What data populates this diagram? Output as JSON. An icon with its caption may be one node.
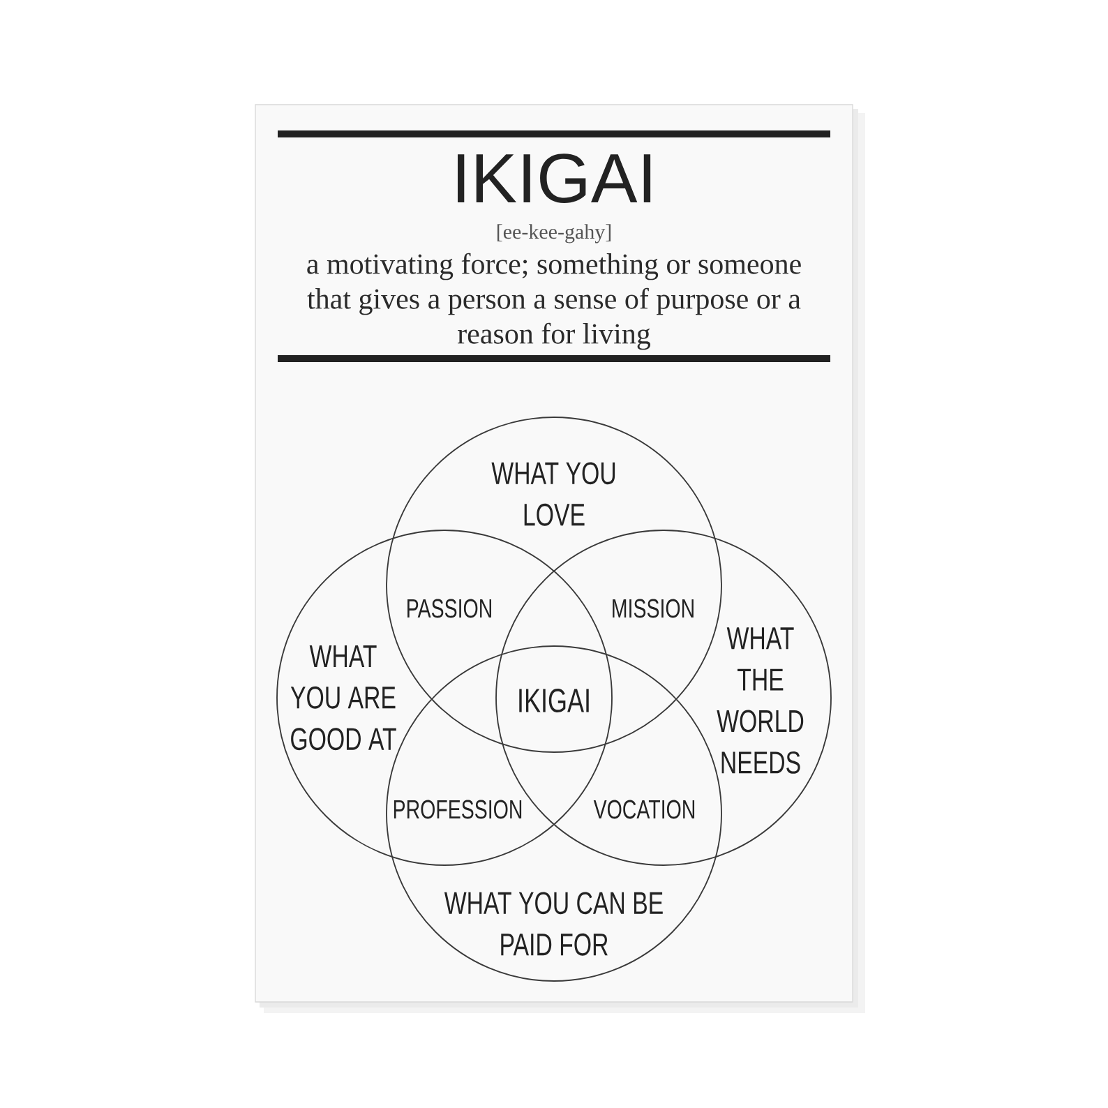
{
  "diagram": {
    "title": "IKIGAI",
    "nodes": [
      {
        "text": [
          "WHAT YOU LOVE"
        ]
      },
      {
        "text": [
          "WHAT YOU ARE GOOD AT"
        ]
      },
      {
        "text": [
          "WHAT THE WORLD NEEDS"
        ]
      },
      {
        "text": [
          "WHAT YOU CAN BE PAID FOR"
        ]
      }
    ],
    "labels": [
      "[ee-kee-gahy]",
      "a motivating force; something or someone that gives a person a sense of purpose or a reason for living",
      "PASSION",
      "MISSION",
      "IKIGAI",
      "PROFESSION",
      "VOCATION"
    ]
  }
}
